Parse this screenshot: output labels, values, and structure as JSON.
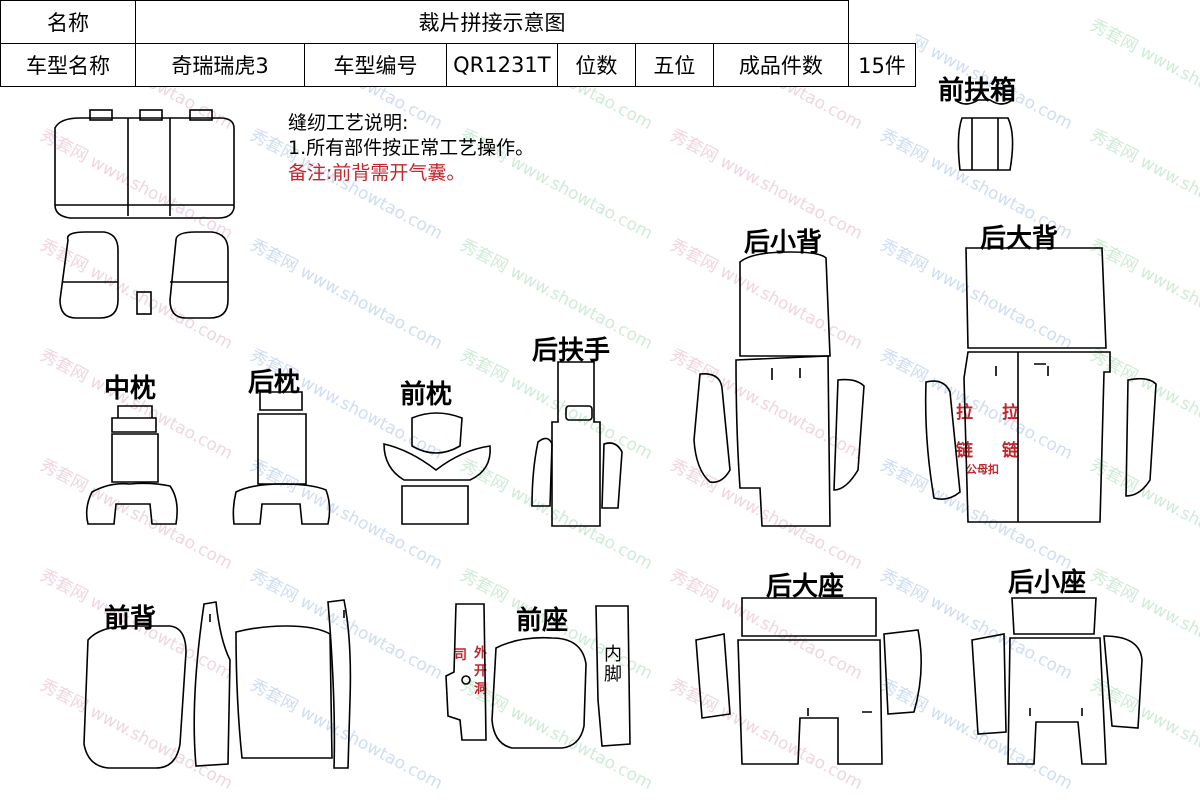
{
  "header": {
    "name_label": "名称",
    "title": "裁片拼接示意图",
    "car_name_label": "车型名称",
    "car_name": "奇瑞瑞虎3",
    "car_code_label": "车型编号",
    "car_code": "QR1231T",
    "seats_label": "位数",
    "seats": "五位",
    "pieces_label": "成品件数",
    "pieces": "15件"
  },
  "notes": {
    "title": "缝纫工艺说明:",
    "item1": "1.所有部件按正常工艺操作。",
    "remark": "备注:前背需开气囊。"
  },
  "parts": {
    "front_armbox": "前扶箱",
    "rear_small_back": "后小背",
    "rear_big_back": "后大背",
    "rear_armrest": "后扶手",
    "middle_pillow": "中枕",
    "rear_pillow": "后枕",
    "front_pillow": "前枕",
    "front_back": "前背",
    "front_seat": "前座",
    "rear_big_seat": "后大座",
    "rear_small_seat": "后小座"
  },
  "marks": {
    "zip1": "拉",
    "zip2": "拉",
    "chain1": "链",
    "chain2": "链",
    "buckle": "公母扣",
    "driver": "司",
    "outer": "外",
    "open": "开",
    "hole": "洞",
    "inner": "内",
    "foot": "脚"
  },
  "watermark": {
    "brand": "秀套网",
    "url": "www.showtao.com"
  }
}
